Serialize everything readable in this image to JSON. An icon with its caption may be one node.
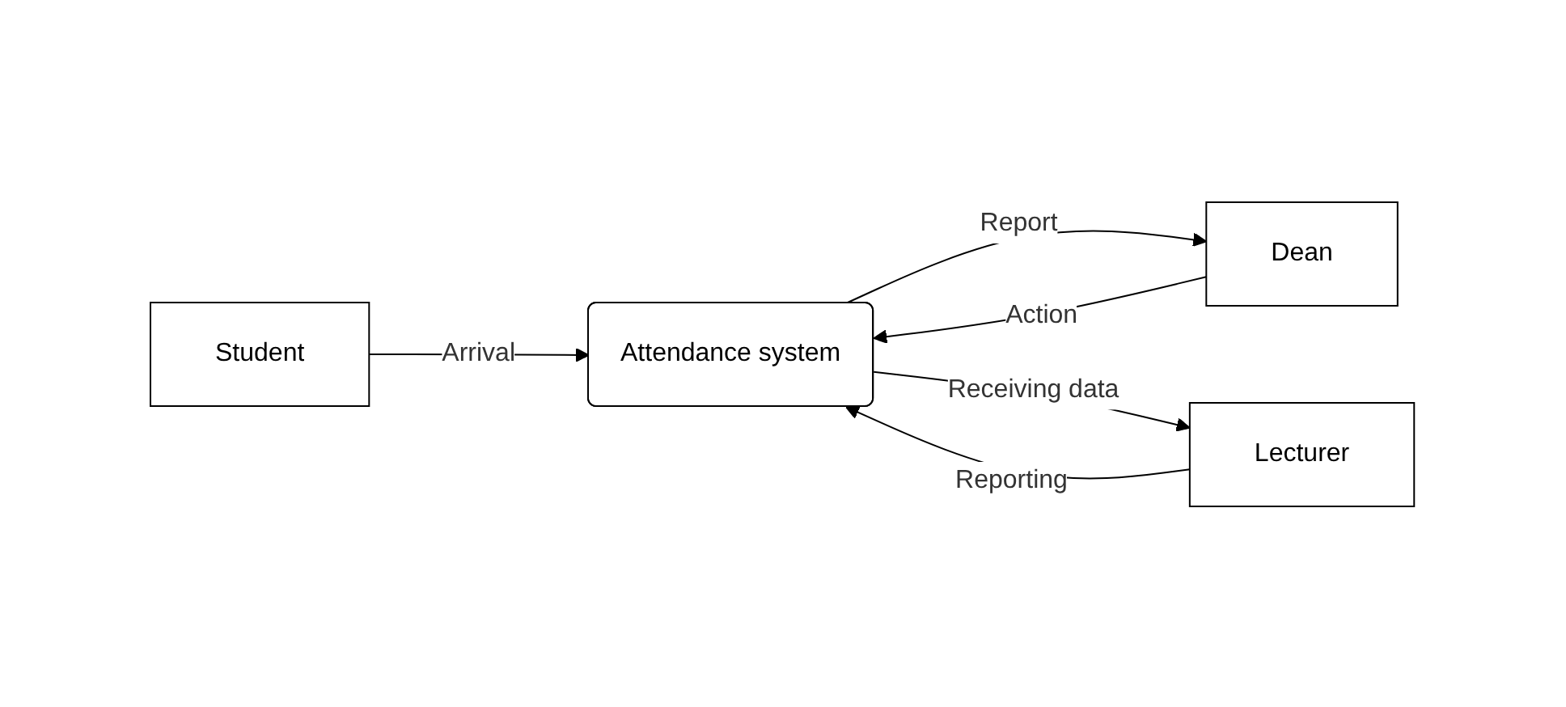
{
  "diagram": {
    "nodes": [
      {
        "text": [
          "Student"
        ]
      },
      {
        "text": [
          "Attendance system"
        ]
      },
      {
        "text": [
          "Dean"
        ]
      },
      {
        "text": [
          "Lecturer"
        ]
      }
    ],
    "edges": [
      {
        "from": 0,
        "to": 1,
        "arrow": "to",
        "label": "Arrival"
      },
      {
        "from": 1,
        "to": 2,
        "arrow": "to",
        "label": "Report"
      },
      {
        "from": 2,
        "to": 1,
        "arrow": "to",
        "label": "Action"
      },
      {
        "from": 1,
        "to": 3,
        "arrow": "to",
        "label": "Receiving data"
      },
      {
        "from": 3,
        "to": 1,
        "arrow": "to",
        "label": "Reporting"
      }
    ]
  }
}
